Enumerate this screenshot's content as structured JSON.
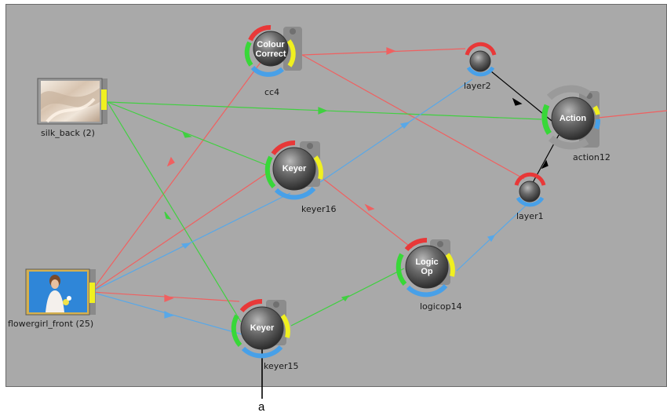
{
  "nodes": {
    "silk_back": {
      "label": "silk_back (2)"
    },
    "flowergirl_front": {
      "label": "flowergirl_front (25)"
    },
    "cc4": {
      "button": "Colour\nCorrect",
      "label": "cc4"
    },
    "keyer16": {
      "button": "Keyer",
      "label": "keyer16"
    },
    "keyer15": {
      "button": "Keyer",
      "label": "keyer15"
    },
    "logicop14": {
      "button": "Logic\nOp",
      "label": "logicop14"
    },
    "layer2": {
      "label": "layer2"
    },
    "layer1": {
      "label": "layer1"
    },
    "action12": {
      "button": "Action",
      "label": "action12"
    }
  },
  "callout": {
    "text": "a"
  },
  "colors": {
    "background": "#a9a9a9",
    "red_link": "#f06060",
    "green_link": "#40d040",
    "blue_link": "#58a8e8",
    "black_link": "#000000",
    "ring_red": "#e83838",
    "ring_green": "#38d838",
    "ring_yellow": "#f0f020",
    "ring_blue": "#48a0e8"
  }
}
